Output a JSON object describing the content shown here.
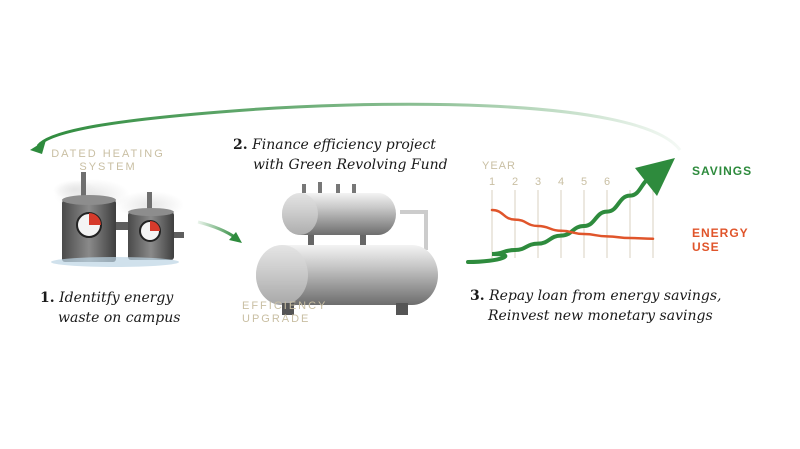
{
  "colors": {
    "green": "#2e8b3d",
    "orange": "#e0552b",
    "label_tan": "#c9bfa3",
    "steel": "#9a9a9a"
  },
  "heater": {
    "label_line1": "DATED HEATING",
    "label_line2": "SYSTEM",
    "icon": "boiler-icon"
  },
  "tank": {
    "label_line1": "EFFICIENCY",
    "label_line2": "UPGRADE",
    "icon": "storage-tank-icon"
  },
  "steps": [
    {
      "number": "1.",
      "line1": "Identitfy energy",
      "line2": "waste on campus"
    },
    {
      "number": "2.",
      "line1": "Finance efficiency project",
      "line2": "with Green Revolving Fund"
    },
    {
      "number": "3.",
      "line1": "Repay loan from energy savings,",
      "line2": "Reinvest new monetary savings"
    }
  ],
  "chart_data": {
    "type": "line",
    "xlabel": "YEAR",
    "x": [
      1,
      2,
      3,
      4,
      5,
      6,
      7,
      8
    ],
    "tick_labels": [
      "1",
      "2",
      "3",
      "4",
      "5",
      "6",
      "",
      ""
    ],
    "grid": true,
    "series": [
      {
        "name": "SAVINGS",
        "color": "#2e8b3d",
        "values": [
          0.05,
          0.1,
          0.18,
          0.28,
          0.4,
          0.58,
          0.78,
          1.0
        ]
      },
      {
        "name": "ENERGY USE",
        "color": "#e0552b",
        "values": [
          0.6,
          0.48,
          0.4,
          0.34,
          0.3,
          0.27,
          0.25,
          0.24
        ]
      }
    ]
  }
}
